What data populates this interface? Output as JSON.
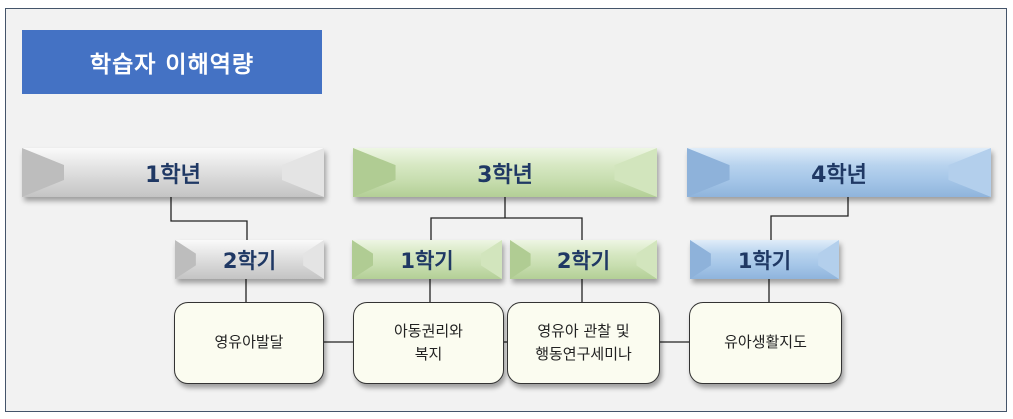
{
  "title": "학습자 이해역량",
  "years": [
    {
      "label": "1학년",
      "color": "gray"
    },
    {
      "label": "3학년",
      "color": "green"
    },
    {
      "label": "4학년",
      "color": "blue"
    }
  ],
  "semesters": [
    {
      "label": "2학기",
      "year": "1학년"
    },
    {
      "label": "1학기",
      "year": "3학년"
    },
    {
      "label": "2학기",
      "year": "3학년"
    },
    {
      "label": "1학기",
      "year": "4학년"
    }
  ],
  "courses": [
    {
      "label": "영유아발달"
    },
    {
      "label": "아동권리와\n복지"
    },
    {
      "label": "영유아 관찰 및\n행동연구세미나"
    },
    {
      "label": "유아생활지도"
    }
  ]
}
